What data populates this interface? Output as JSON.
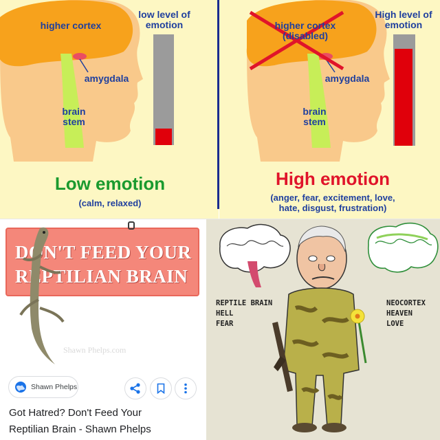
{
  "diagram_left": {
    "cortex_label": "higher cortex",
    "amygdala_label": "amygdala",
    "brainstem_line1": "brain",
    "brainstem_line2": "stem",
    "meter_line1": "low level of",
    "meter_line2": "emotion",
    "meter_level": 0.15,
    "headline": "Low emotion",
    "subline": "(calm, relaxed)"
  },
  "diagram_right": {
    "cortex_line1": "higher cortex",
    "cortex_line2": "(disabled)",
    "amygdala_label": "amygdala",
    "brainstem_line1": "brain",
    "brainstem_line2": "stem",
    "meter_line1": "High level of",
    "meter_line2": "emotion",
    "meter_level": 0.87,
    "headline": "High emotion",
    "subline1": "(anger, fear, excitement, love,",
    "subline2": "hate, disgust, frustration)"
  },
  "banner": {
    "line1": "DON'T FEED YOUR",
    "line2": "REPTILIAN BRAIN",
    "watermark": "Shawn Phelps.com"
  },
  "result": {
    "source": "Shawn Phelps",
    "title_line1": "Got Hatred? Don't Feed Your",
    "title_line2": "Reptilian Brain - Shawn Phelps",
    "share_icon": "share-icon",
    "save_icon": "bookmark-icon",
    "more_icon": "more-vert-icon"
  },
  "cartoon": {
    "left_line1": "REPTILE BRAIN",
    "left_line2": "HELL",
    "left_line3": "FEAR",
    "right_line1": "NEOCORTEX",
    "right_line2": "HEAVEN",
    "right_line3": "LOVE"
  },
  "colors": {
    "diagram_bg": "#fdf7c3",
    "divider_blue": "#1a2b8f",
    "meter_red": "#e0000b",
    "meter_gray": "#9b9b9b",
    "brain_orange": "#f7a21c",
    "banner_salmon": "#f4877a",
    "cartoon_bg": "#e6e3d3"
  }
}
